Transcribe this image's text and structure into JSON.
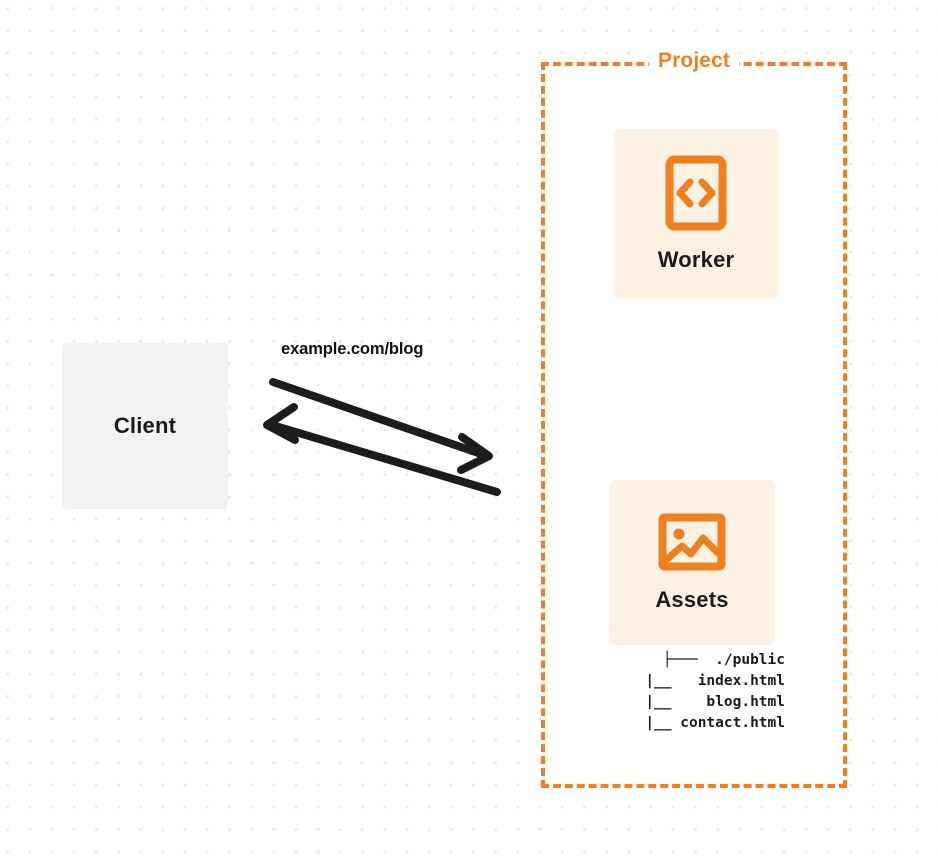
{
  "diagram": {
    "title": "Project",
    "background": "dot-grid",
    "accent_color": "#ef8022",
    "card_background": "#fdf1e4",
    "client_background": "#f2f3f4",
    "text_color": "#1c1c1c"
  },
  "client": {
    "label": "Client",
    "icon": "client-box"
  },
  "connection": {
    "label": "example.com/blog",
    "request_direction": "client-to-project",
    "response_direction": "project-to-client"
  },
  "project": {
    "label": "Project",
    "services": [
      {
        "label": "Worker",
        "icon": "code-brackets-icon"
      },
      {
        "label": "Assets",
        "icon": "image-icon"
      }
    ]
  },
  "file_tree": {
    "lines": [
      "├───  ./public",
      "|__   index.html",
      "|__    blog.html",
      "|__ contact.html"
    ],
    "root": "./public",
    "files": [
      "index.html",
      "blog.html",
      "contact.html"
    ]
  }
}
